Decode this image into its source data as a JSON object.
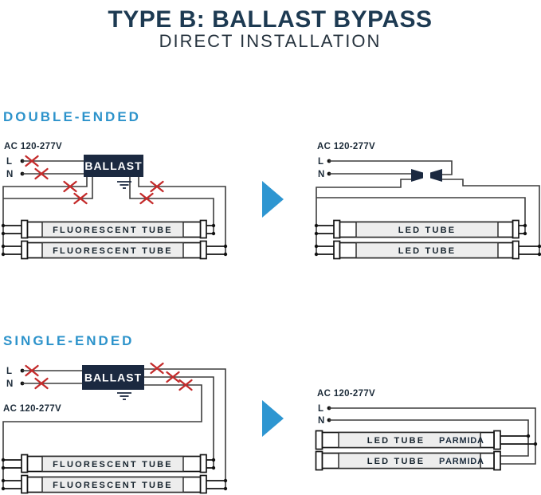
{
  "title": "TYPE B: BALLAST BYPASS",
  "subtitle": "DIRECT INSTALLATION",
  "colors": {
    "title_navy": "#1d3a52",
    "heading_blue": "#2d93cb",
    "x_red": "#c42b2b",
    "ballast_navy": "#1b2940",
    "arrow_blue": "#2e96d1",
    "brand_blue": "#2aa0dc",
    "wire_gray": "#3d3d3d",
    "tube_band_gray": "#ededed"
  },
  "double_ended": {
    "heading": "DOUBLE-ENDED",
    "before": {
      "voltage": "AC 120-277V",
      "line_label": "L",
      "neutral_label": "N",
      "ballast_label": "BALLAST",
      "tube_labels": [
        "FLUORESCENT TUBE",
        "FLUORESCENT TUBE"
      ]
    },
    "after": {
      "voltage": "AC 120-277V",
      "line_label": "L",
      "neutral_label": "N",
      "tube_labels": [
        "LED TUBE",
        "LED TUBE"
      ]
    }
  },
  "single_ended": {
    "heading": "SINGLE-ENDED",
    "before": {
      "voltage": "AC 120-277V",
      "line_label": "L",
      "neutral_label": "N",
      "ballast_label": "BALLAST",
      "tube_labels": [
        "FLUORESCENT TUBE",
        "FLUORESCENT TUBE"
      ]
    },
    "after": {
      "voltage": "AC 120-277V",
      "line_label": "L",
      "neutral_label": "N",
      "tube_labels": [
        "LED TUBE",
        "LED TUBE"
      ],
      "brand_initial": "P",
      "brand_rest": "ARMIDA"
    }
  }
}
